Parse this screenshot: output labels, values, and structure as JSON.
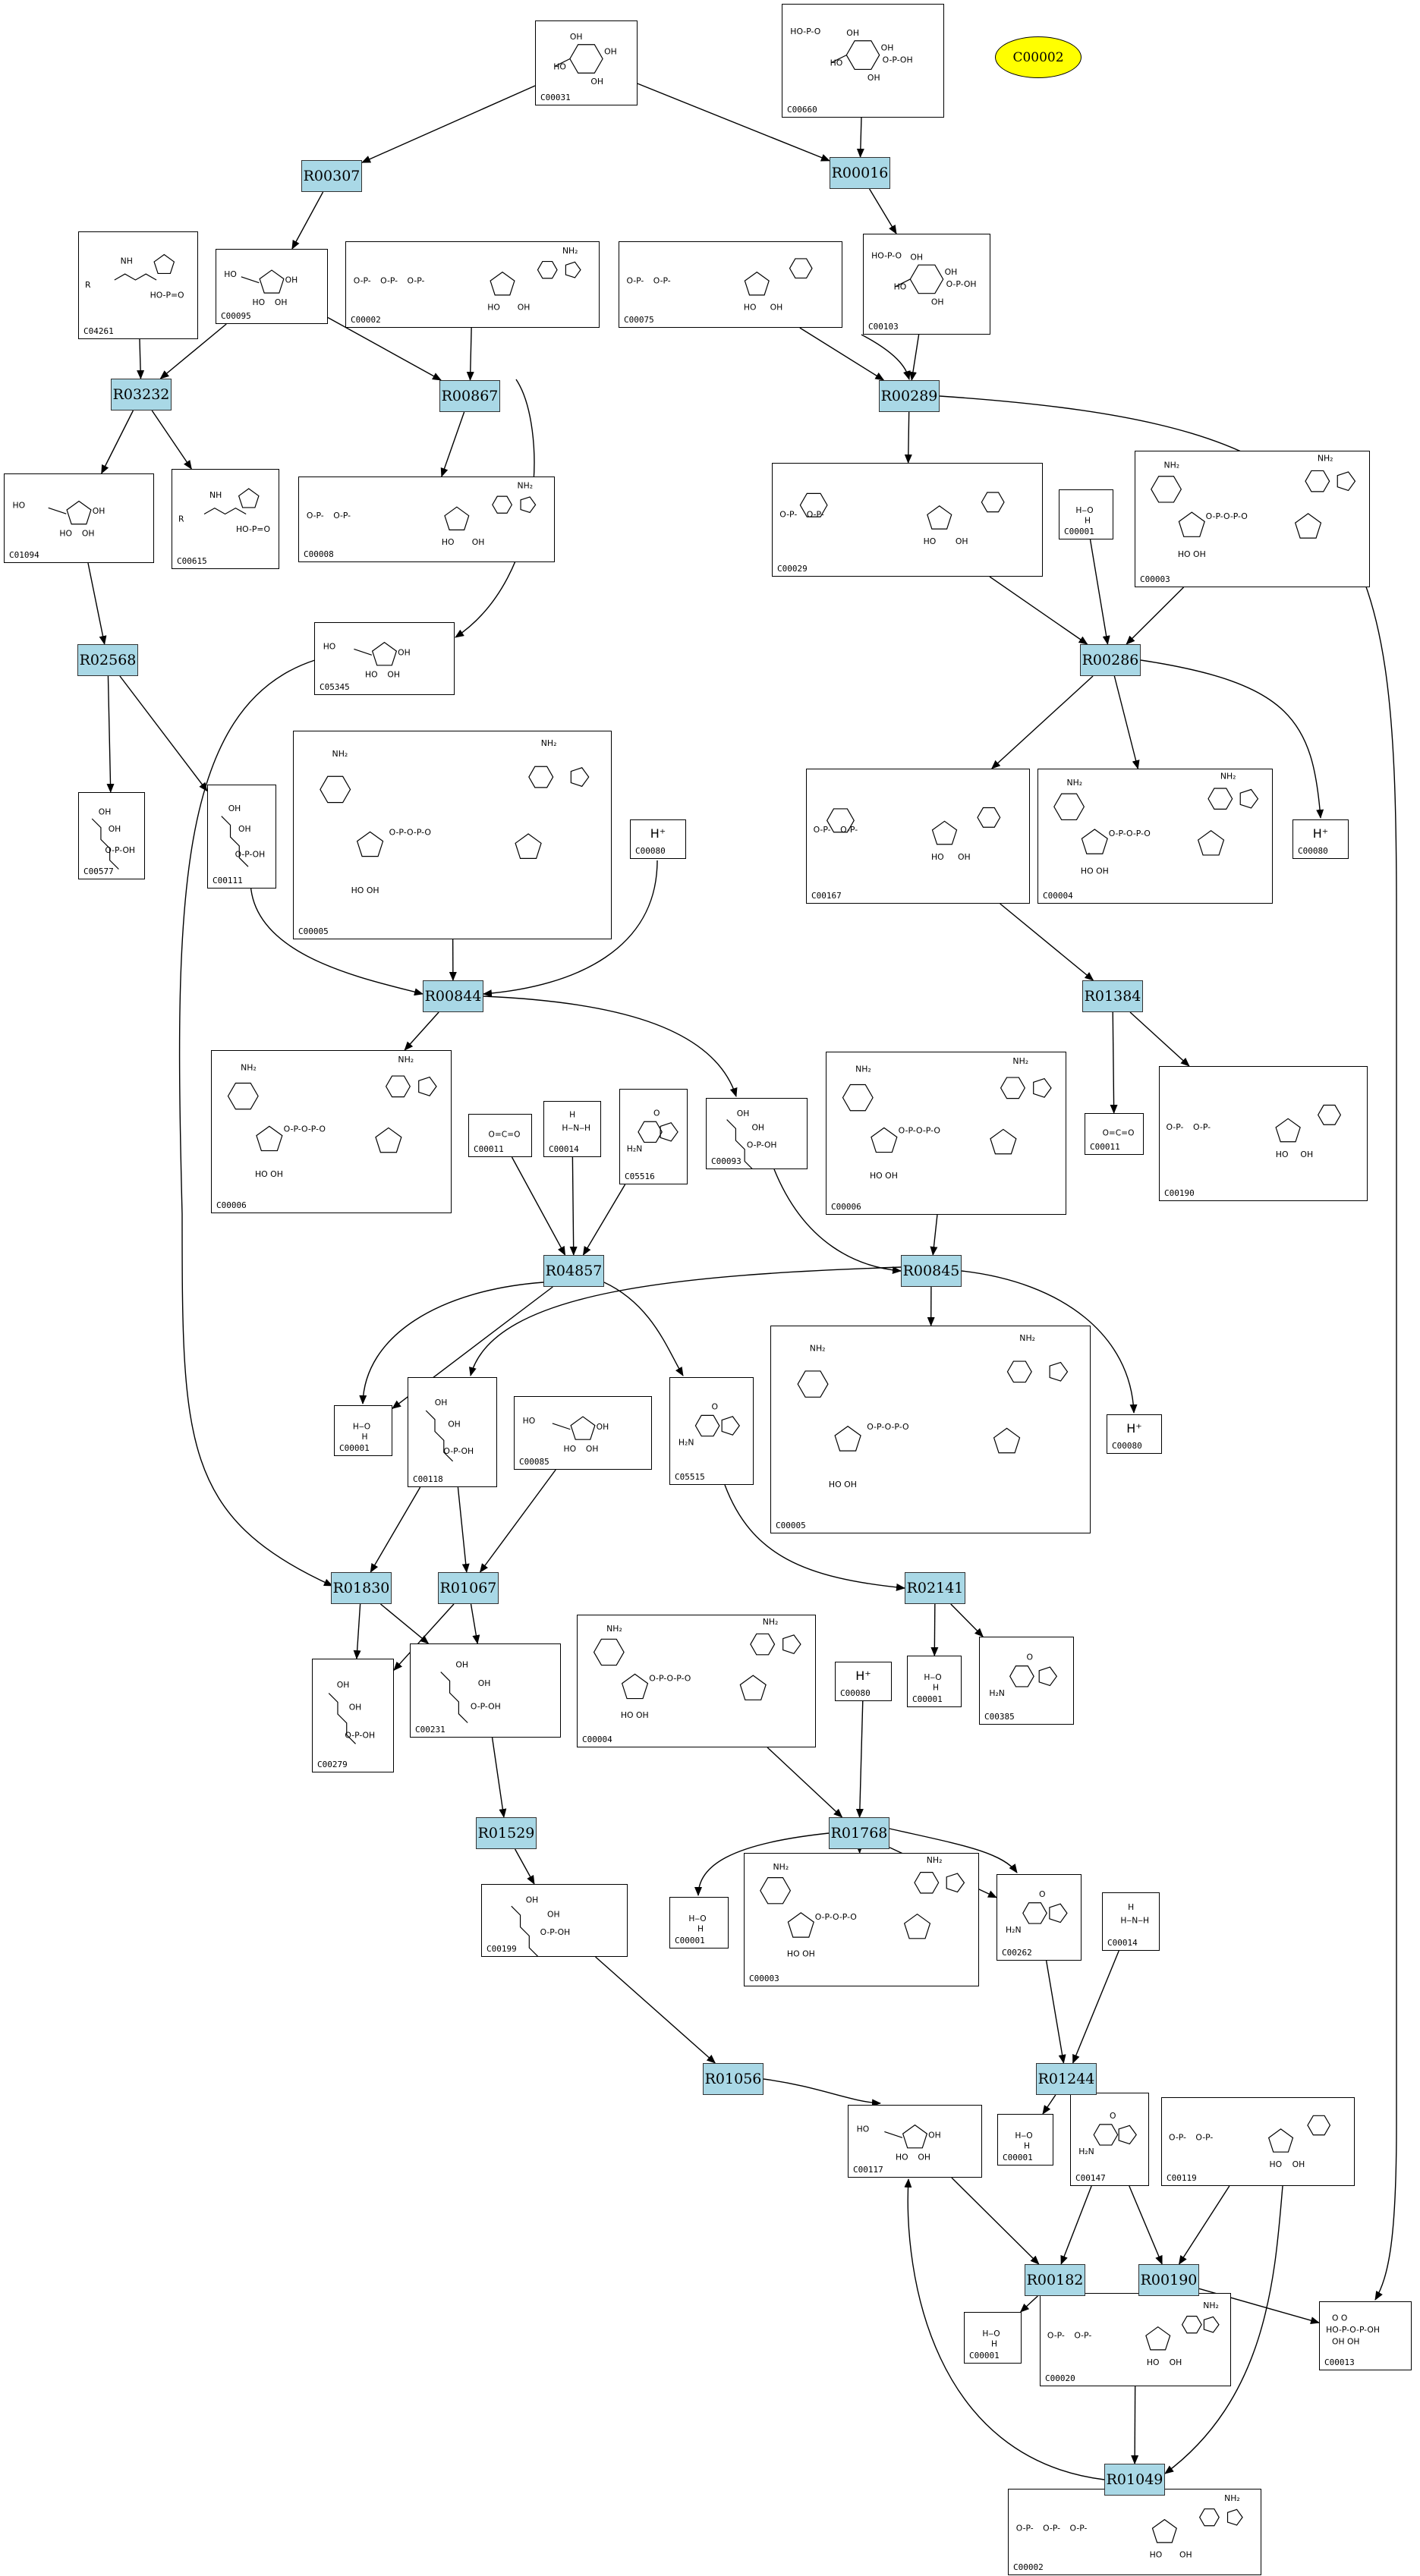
{
  "highlight": {
    "label": "C00002",
    "color": "#ffff00"
  },
  "colors": {
    "reaction_fill": "#a9d8e6",
    "edge": "#000000"
  },
  "reactions": [
    {
      "id": "R00307",
      "label": "R00307"
    },
    {
      "id": "R00016",
      "label": "R00016"
    },
    {
      "id": "R03232",
      "label": "R03232"
    },
    {
      "id": "R00867",
      "label": "R00867"
    },
    {
      "id": "R00289",
      "label": "R00289"
    },
    {
      "id": "R02568",
      "label": "R02568"
    },
    {
      "id": "R00286",
      "label": "R00286"
    },
    {
      "id": "R00844",
      "label": "R00844"
    },
    {
      "id": "R01384",
      "label": "R01384"
    },
    {
      "id": "R04857",
      "label": "R04857"
    },
    {
      "id": "R00845",
      "label": "R00845"
    },
    {
      "id": "R01830",
      "label": "R01830"
    },
    {
      "id": "R01067",
      "label": "R01067"
    },
    {
      "id": "R02141",
      "label": "R02141"
    },
    {
      "id": "R01529",
      "label": "R01529"
    },
    {
      "id": "R01768",
      "label": "R01768"
    },
    {
      "id": "R01056",
      "label": "R01056"
    },
    {
      "id": "R01244",
      "label": "R01244"
    },
    {
      "id": "R00182",
      "label": "R00182"
    },
    {
      "id": "R00190",
      "label": "R00190"
    },
    {
      "id": "R01049",
      "label": "R01049"
    }
  ],
  "compounds": [
    {
      "id": "C00031_a",
      "label": "C00031"
    },
    {
      "id": "C00660",
      "label": "C00660"
    },
    {
      "id": "C04261",
      "label": "C04261"
    },
    {
      "id": "C00095",
      "label": "C00095"
    },
    {
      "id": "C00002_a",
      "label": "C00002"
    },
    {
      "id": "C00075",
      "label": "C00075"
    },
    {
      "id": "C00103",
      "label": "C00103"
    },
    {
      "id": "C01094",
      "label": "C01094"
    },
    {
      "id": "C00615",
      "label": "C00615"
    },
    {
      "id": "C00008",
      "label": "C00008"
    },
    {
      "id": "C00029",
      "label": "C00029"
    },
    {
      "id": "C00001_a",
      "label": "C00001"
    },
    {
      "id": "C00003_a",
      "label": "C00003"
    },
    {
      "id": "C05345",
      "label": "C05345"
    },
    {
      "id": "C00577",
      "label": "C00577"
    },
    {
      "id": "C00111",
      "label": "C00111"
    },
    {
      "id": "C00005_a",
      "label": "C00005"
    },
    {
      "id": "C00080_a",
      "label": "C00080",
      "text": "H⁺"
    },
    {
      "id": "C00167",
      "label": "C00167"
    },
    {
      "id": "C00004_a",
      "label": "C00004"
    },
    {
      "id": "C00080_b",
      "label": "C00080",
      "text": "H⁺"
    },
    {
      "id": "C00006_a",
      "label": "C00006"
    },
    {
      "id": "C00011_a",
      "label": "C00011"
    },
    {
      "id": "C00014_a",
      "label": "C00014"
    },
    {
      "id": "C05516",
      "label": "C05516"
    },
    {
      "id": "C00093",
      "label": "C00093"
    },
    {
      "id": "C00006_b",
      "label": "C00006"
    },
    {
      "id": "C00011_b",
      "label": "C00011"
    },
    {
      "id": "C00190",
      "label": "C00190"
    },
    {
      "id": "C00001_b",
      "label": "C00001"
    },
    {
      "id": "C00118",
      "label": "C00118"
    },
    {
      "id": "C00085",
      "label": "C00085"
    },
    {
      "id": "C05515",
      "label": "C05515"
    },
    {
      "id": "C00005_b",
      "label": "C00005"
    },
    {
      "id": "C00080_c",
      "label": "C00080",
      "text": "H⁺"
    },
    {
      "id": "C00279",
      "label": "C00279"
    },
    {
      "id": "C00231",
      "label": "C00231"
    },
    {
      "id": "C00004_b",
      "label": "C00004"
    },
    {
      "id": "C00080_d",
      "label": "C00080",
      "text": "H⁺"
    },
    {
      "id": "C00001_c",
      "label": "C00001"
    },
    {
      "id": "C00385",
      "label": "C00385"
    },
    {
      "id": "C00199",
      "label": "C00199"
    },
    {
      "id": "C00001_d",
      "label": "C00001"
    },
    {
      "id": "C00003_b",
      "label": "C00003"
    },
    {
      "id": "C00262",
      "label": "C00262"
    },
    {
      "id": "C00014_b",
      "label": "C00014"
    },
    {
      "id": "C00117",
      "label": "C00117"
    },
    {
      "id": "C00001_e",
      "label": "C00001"
    },
    {
      "id": "C00147",
      "label": "C00147"
    },
    {
      "id": "C00119",
      "label": "C00119"
    },
    {
      "id": "C00001_f",
      "label": "C00001"
    },
    {
      "id": "C00020",
      "label": "C00020"
    },
    {
      "id": "C00013",
      "label": "C00013"
    },
    {
      "id": "C00002_b",
      "label": "C00002"
    }
  ]
}
